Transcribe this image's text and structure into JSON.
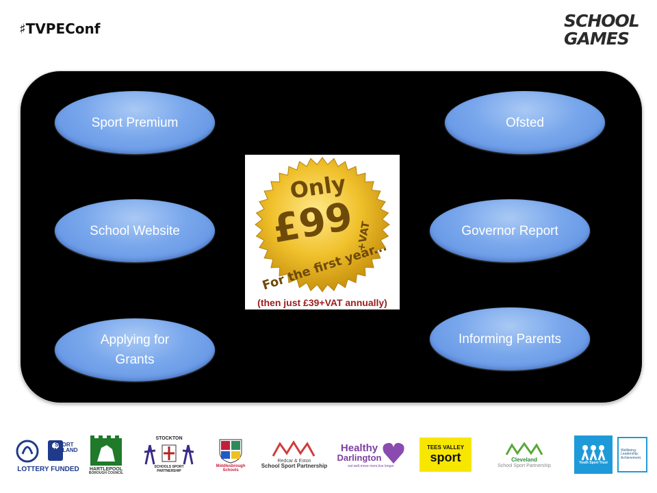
{
  "header": {
    "hashtag": "♯TVPEConf",
    "logo_line1": "SCHOOL",
    "logo_line2": "GAMES"
  },
  "ovals": {
    "sport_premium": "Sport Premium",
    "ofsted": "Ofsted",
    "school_website": "School Website",
    "governor_report": "Governor Report",
    "applying_for_grants": "Applying for Grants",
    "informing_parents": "Informing Parents"
  },
  "promo": {
    "only": "Only",
    "price": "£99",
    "vat": "+VAT",
    "first_year": "For the first year...",
    "then": "(then just £39+VAT annually)"
  },
  "footer": {
    "lottery": "LOTTERY FUNDED",
    "sport_england_1": "SPORT",
    "sport_england_2": "ENGLAND",
    "hartlepool_1": "HARTLEPOOL",
    "hartlepool_2": "BOROUGH COUNCIL",
    "stockton_1": "STOCKTON",
    "stockton_2": "SCHOOLS SPORT",
    "stockton_3": "PARTNERSHIP",
    "middlesbrough_1": "Middlesbrough",
    "middlesbrough_2": "Schools",
    "redcar_1": "Redcar & Eston",
    "redcar_2": "School Sport Partnership",
    "healthy_1": "Healthy",
    "healthy_2": "Darlington",
    "healthy_3": "eat well,move more,live longer",
    "tees_1": "TEES VALLEY",
    "tees_2": "sport",
    "cleveland_1": "Cleveland",
    "cleveland_2": "School Sport Partnership",
    "yst": "Youth Sport Trust",
    "wellbeing_1": "Wellbeing.",
    "wellbeing_2": "Leadership.",
    "wellbeing_3": "Achievement."
  },
  "colors": {
    "panel": "#000000",
    "oval": "#79a7ec",
    "oval_text": "#ffffff",
    "seal": "#e8b81e",
    "promo_text": "#9a1c1c"
  }
}
